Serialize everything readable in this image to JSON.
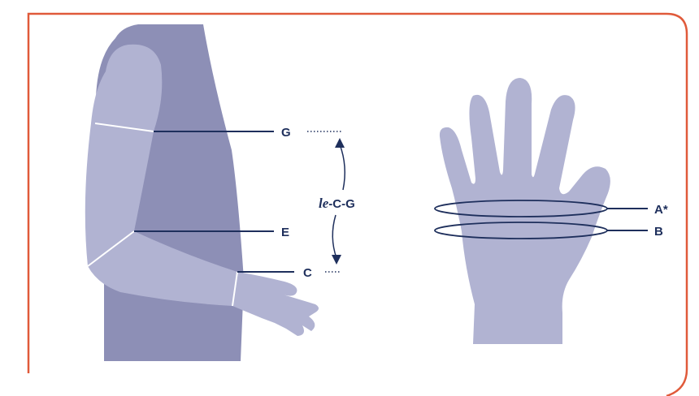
{
  "colors": {
    "border": "#e05a3a",
    "torso": "#8d8fb6",
    "limb": "#b1b3d2",
    "line": "#1e2f5c",
    "background": "#ffffff"
  },
  "arm_diagram": {
    "label_g": "G",
    "label_e": "E",
    "label_c": "C",
    "length_prefix": "le",
    "length_suffix": "-C-G"
  },
  "hand_diagram": {
    "label_a": "A*",
    "label_b": "B"
  }
}
